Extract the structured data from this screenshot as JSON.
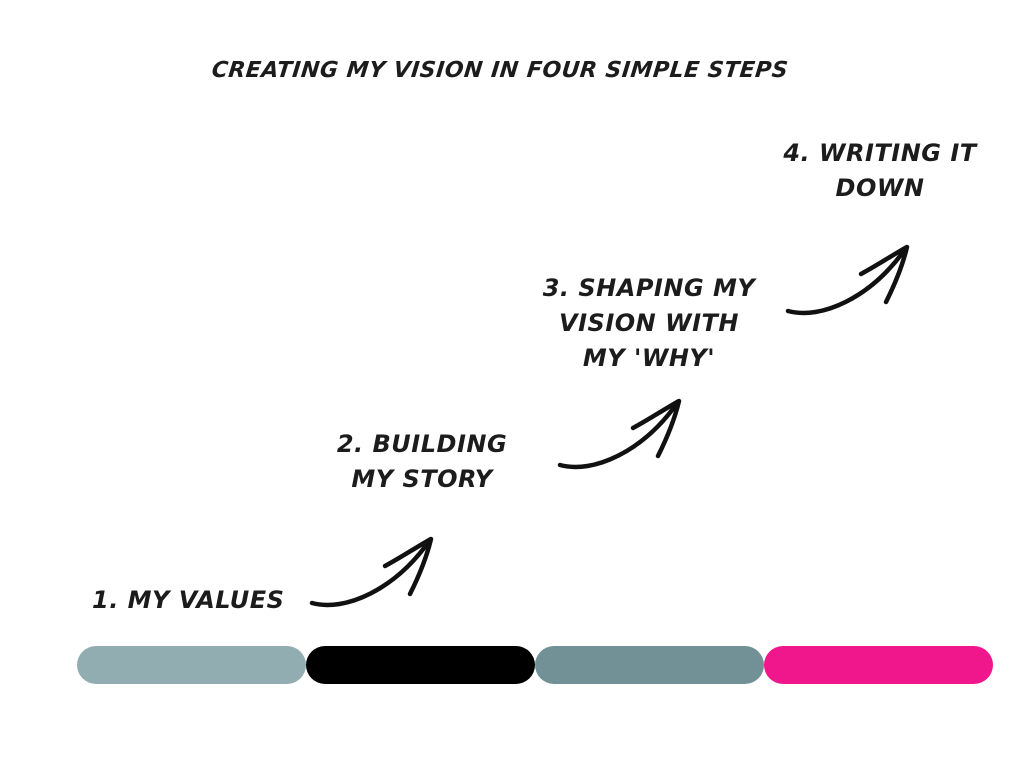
{
  "title": "CREATING MY VISION IN FOUR SIMPLE STEPS",
  "steps": [
    {
      "lines": [
        "1. MY VALUES"
      ],
      "color": "#92adb2"
    },
    {
      "lines": [
        "2. BUILDING",
        "MY STORY"
      ],
      "color": "#000000"
    },
    {
      "lines": [
        "3. SHAPING MY",
        "VISION WITH",
        "MY 'WHY'"
      ],
      "color": "#719196"
    },
    {
      "lines": [
        "4. WRITING IT",
        "DOWN"
      ],
      "color": "#f0168c"
    }
  ]
}
